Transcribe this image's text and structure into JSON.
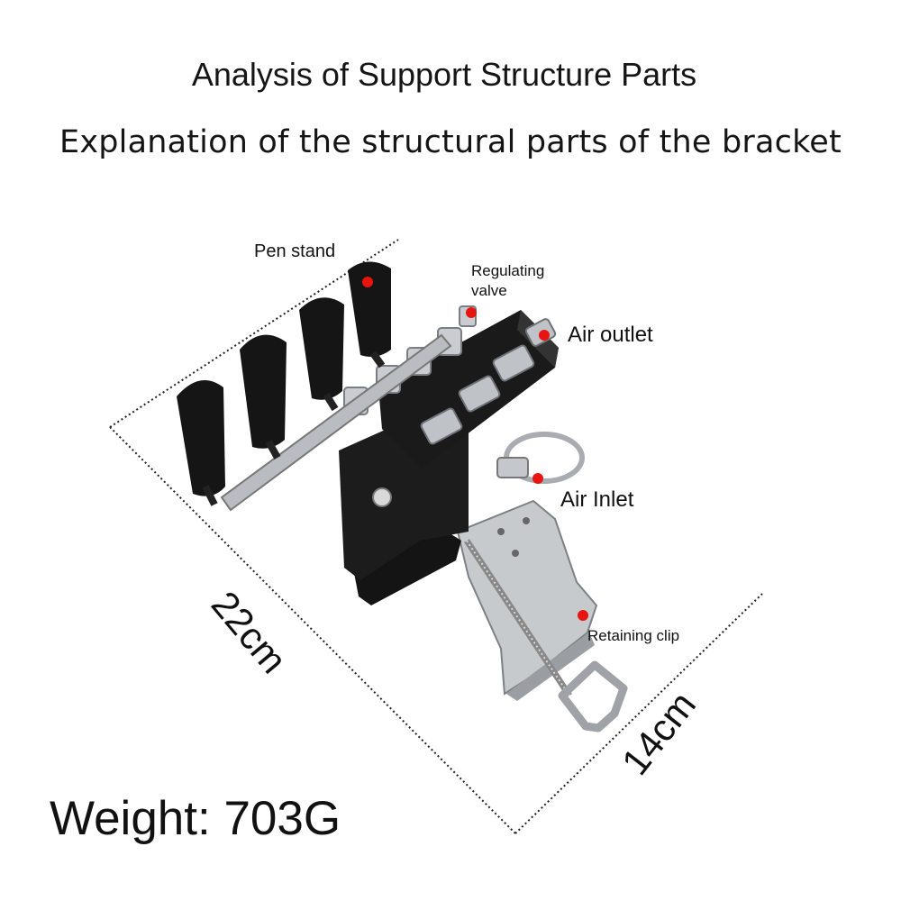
{
  "title": "Analysis of Support Structure Parts",
  "subtitle": "Explanation of the structural parts of the bracket",
  "labels": {
    "pen_stand": "Pen stand",
    "regulating_valve_line1": "Regulating",
    "regulating_valve_line2": "valve",
    "air_outlet": "Air outlet",
    "air_inlet": "Air Inlet",
    "retaining_clip": "Retaining clip"
  },
  "dimensions": {
    "length": "22cm",
    "width": "14cm"
  },
  "weight": "Weight: 703G",
  "colors": {
    "marker": "#e8140f",
    "body": "#1a1a1a",
    "metal": "#b8bcc0"
  }
}
